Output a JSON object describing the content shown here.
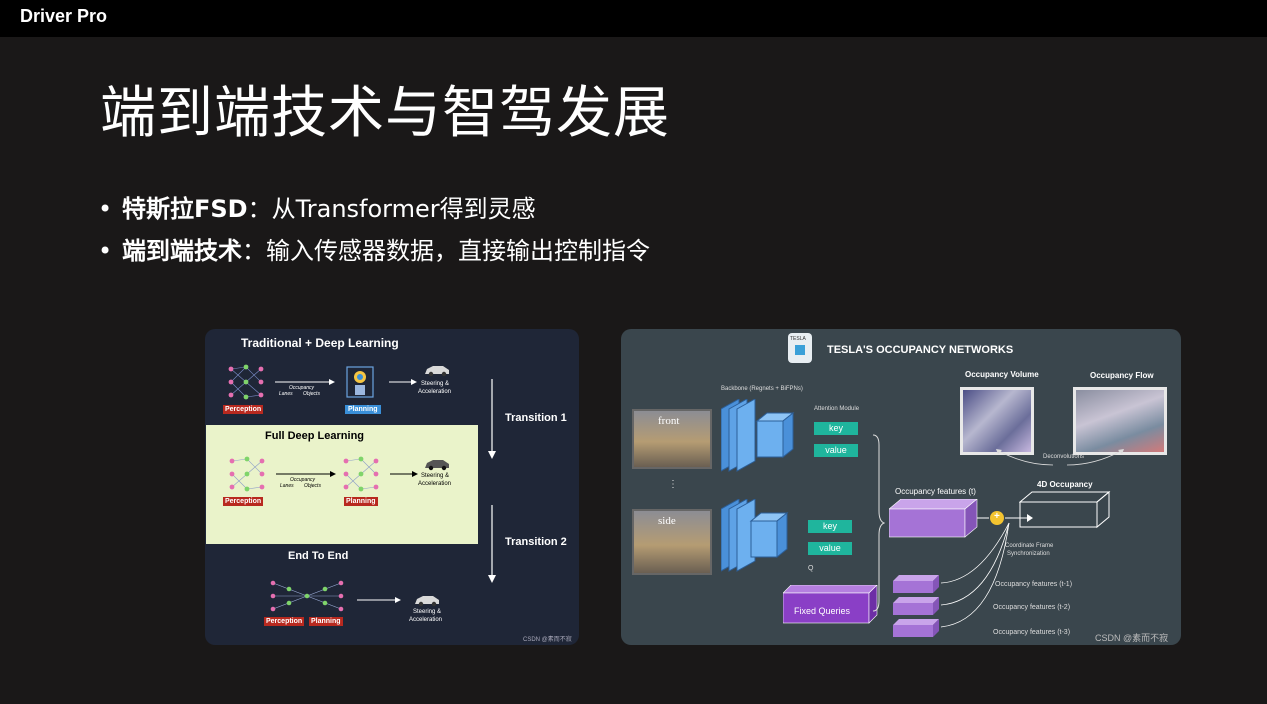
{
  "app": {
    "name": "Driver Pro"
  },
  "slide": {
    "title": "端到端技术与智驾发展",
    "bullets": [
      {
        "bold": "特斯拉FSD",
        "rest": "：从Transformer得到灵感"
      },
      {
        "bold": "端到端技术",
        "rest": "：输入传感器数据，直接输出控制指令"
      }
    ]
  },
  "left_figure": {
    "section1_title": "Traditional + Deep Learning",
    "section2_title": "Full Deep Learning",
    "section3_title": "End To End",
    "transition1": "Transition 1",
    "transition2": "Transition 2",
    "perception": "Perception",
    "planning": "Planning",
    "occupancy": "Occupancy",
    "lanes": "Lanes",
    "objects": "Objects",
    "steering": "Steering &",
    "acceleration": "Acceleration",
    "watermark": "CSDN @素而不寂"
  },
  "right_figure": {
    "logo": "TESLA",
    "title": "TESLA'S OCCUPANCY NETWORKS",
    "backbone": "Backbone (Regnets + BiFPNs)",
    "attention": "Attention Module",
    "front": "front",
    "side": "side",
    "key": "key",
    "value": "value",
    "dots": "⋮",
    "q": "Q",
    "fixed_queries": "Fixed Queries",
    "occ_volume": "Occupancy Volume",
    "occ_flow": "Occupancy Flow",
    "deconvolutions": "Deconvolutions",
    "occ_features_t": "Occupancy features (t)",
    "occ_4d": "4D Occupancy",
    "coord_frame": "Coordinate Frame",
    "sync": "Synchronization",
    "feat_t1": "Occupancy features (t-1)",
    "feat_t2": "Occupancy features (t-2)",
    "feat_t3": "Occupancy features (t-3)",
    "plus": "+",
    "watermark": "CSDN @素而不寂"
  }
}
